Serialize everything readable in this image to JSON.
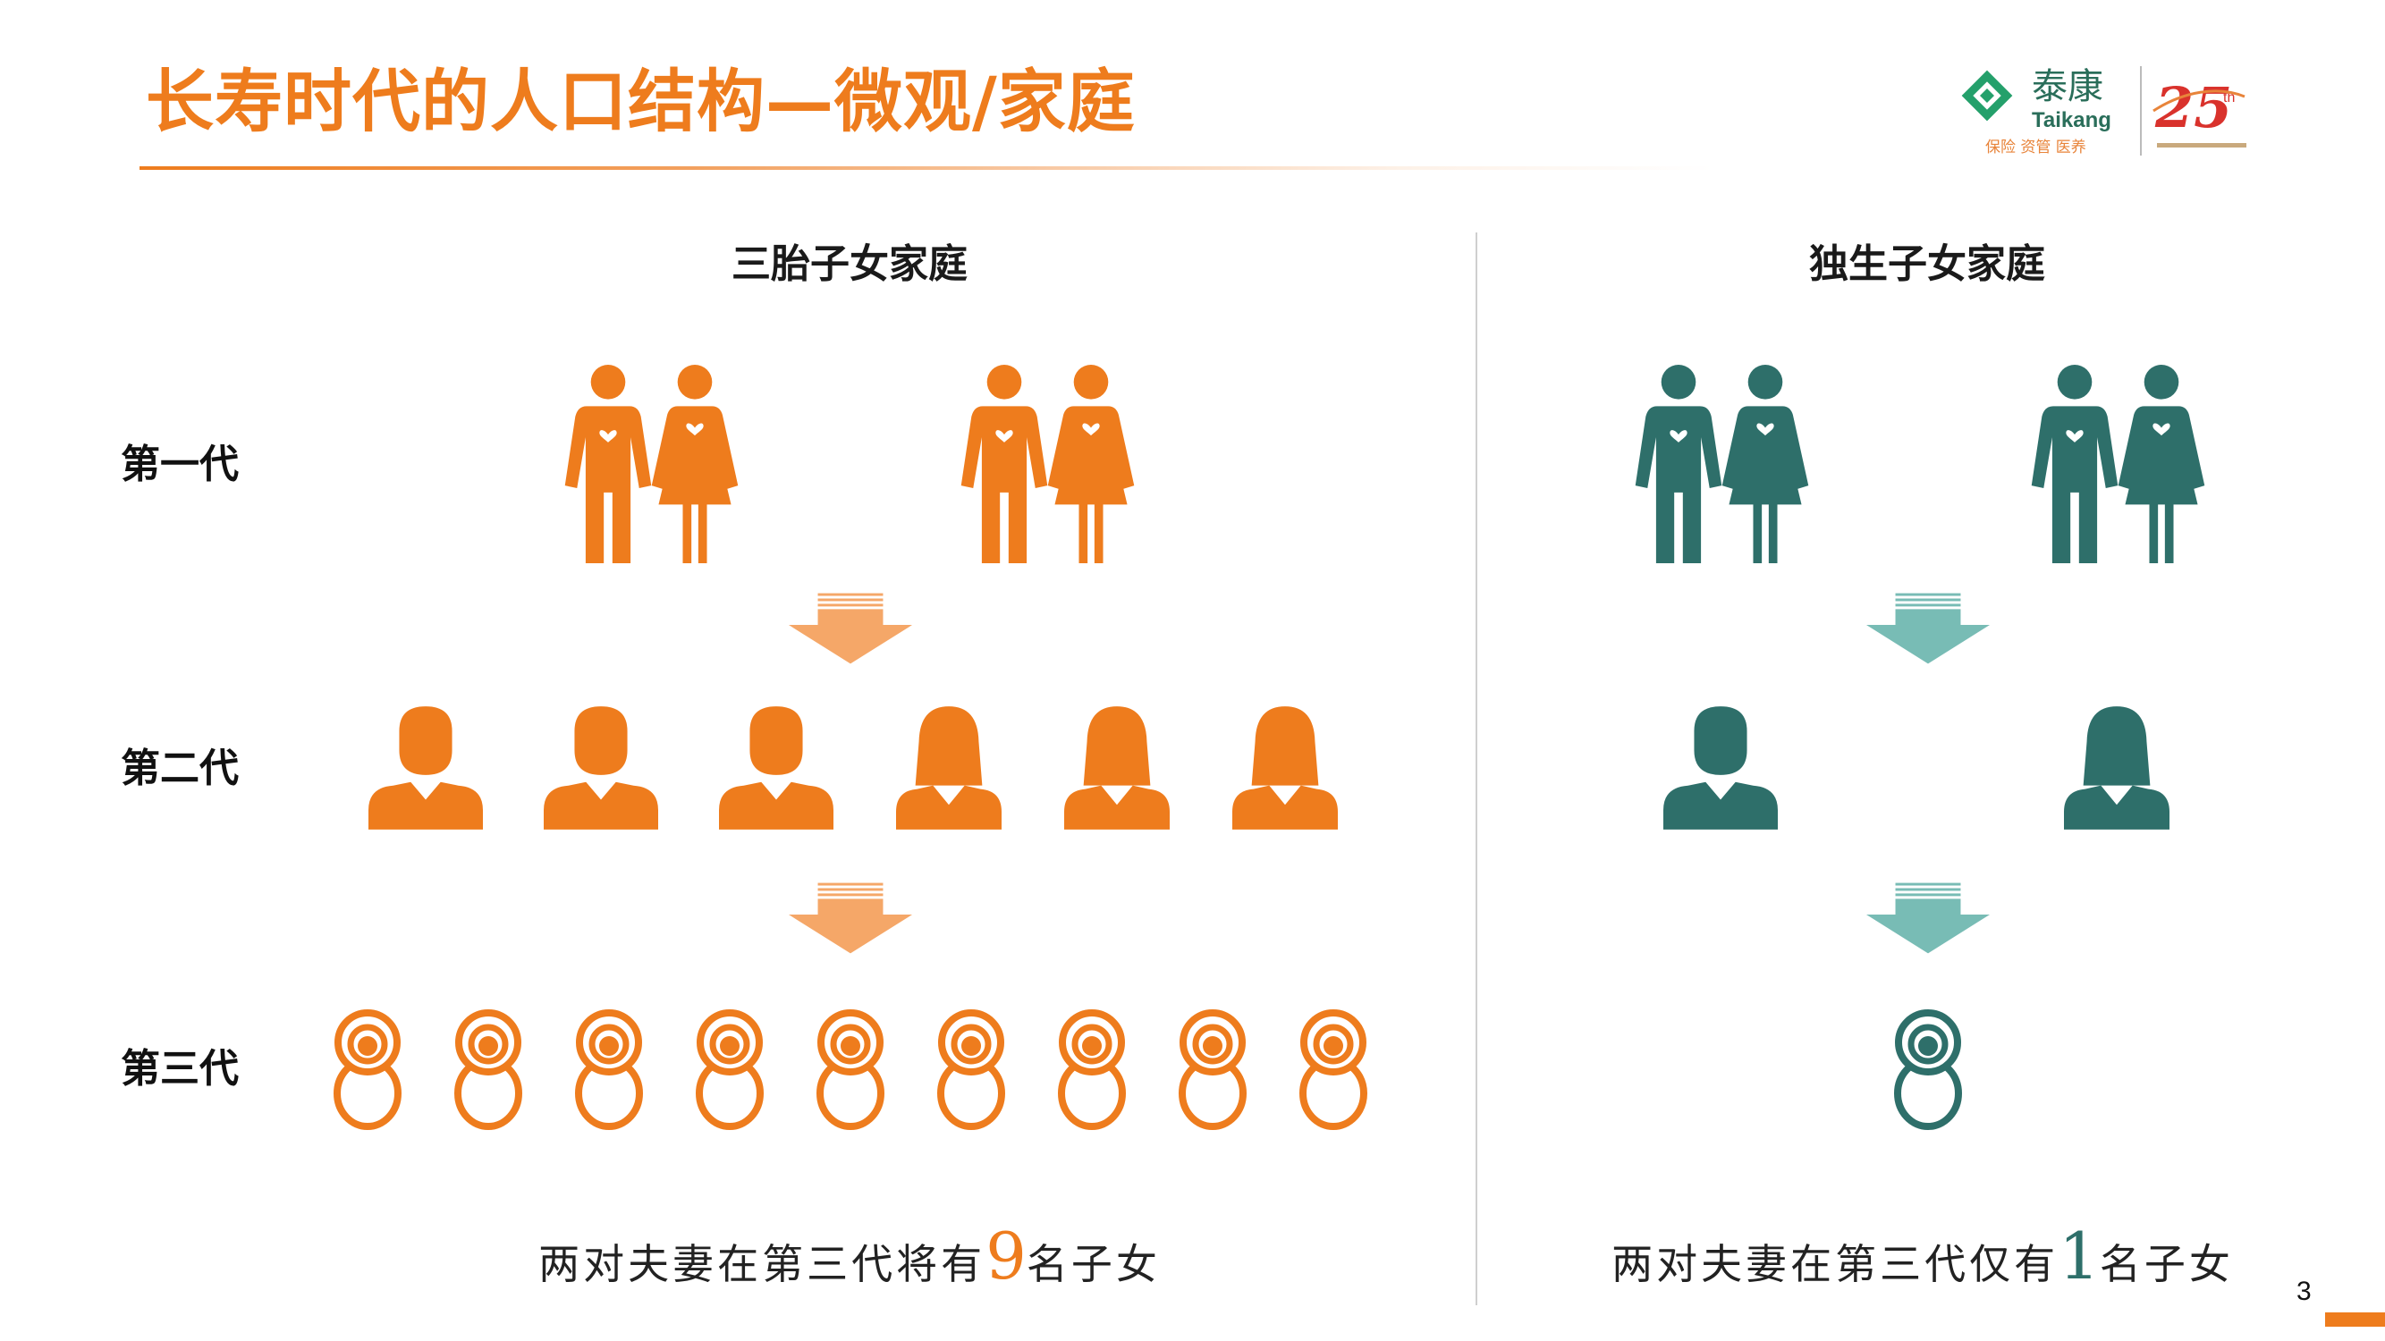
{
  "title": "长寿时代的人口结构—微观/家庭",
  "colors": {
    "orange": "#ee7c1d",
    "orange_light": "#f5a768",
    "teal": "#2e6f6a",
    "teal_light": "#78bcb5",
    "green_logo": "#24a06b"
  },
  "logo": {
    "brand_cn": "泰康",
    "brand_en": "Taikang",
    "slogan": "保险 资管 医养",
    "anniversary": "25",
    "anniversary_suffix": "th",
    "icons": [
      "taikang-diamond-logo",
      "anniversary-25-logo"
    ]
  },
  "generations": [
    "第一代",
    "第二代",
    "第三代"
  ],
  "left_panel": {
    "title": "三胎子女家庭",
    "caption_before": "两对夫妻在第三代将有",
    "caption_number": "9",
    "caption_after": "名子女",
    "gen1_couples": 2,
    "gen2": [
      "male",
      "male",
      "male",
      "female",
      "female",
      "female"
    ],
    "gen3_babies": 9
  },
  "right_panel": {
    "title": "独生子女家庭",
    "caption_before": "两对夫妻在第三代仅有",
    "caption_number": "1",
    "caption_after": "名子女",
    "gen1_couples": 2,
    "gen2": [
      "male",
      "female"
    ],
    "gen3_babies": 1
  },
  "page_number": "3"
}
